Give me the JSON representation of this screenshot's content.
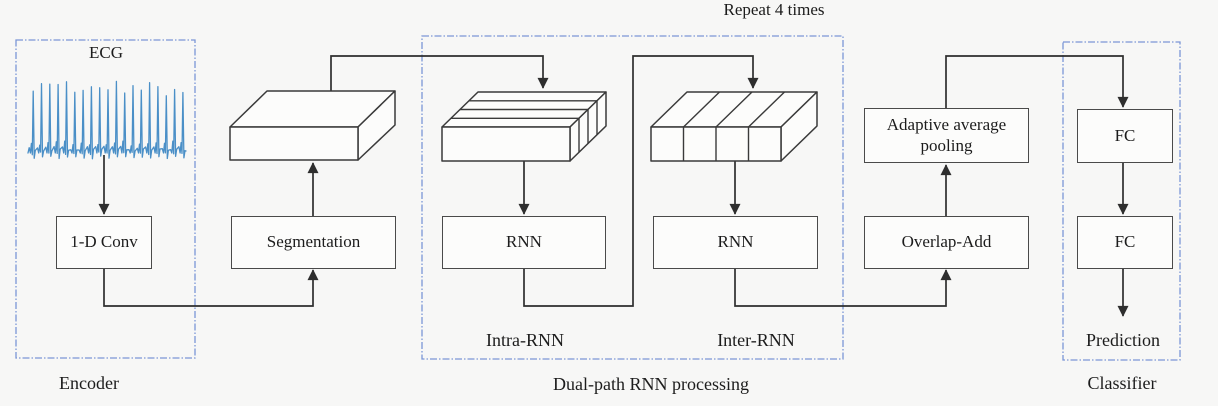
{
  "diagram": {
    "repeat_note": "Repeat 4 times",
    "groups": {
      "encoder": "Encoder",
      "dual_path": "Dual-path RNN processing",
      "classifier": "Classifier"
    },
    "nodes": {
      "ecg": "ECG",
      "conv": "1-D Conv",
      "segmentation": "Segmentation",
      "rnn_intra": "RNN",
      "rnn_inter": "RNN",
      "adaptive_pooling": "Adaptive average pooling",
      "overlap_add": "Overlap-Add",
      "fc_1": "FC",
      "fc_2": "FC"
    },
    "sublabels": {
      "intra": "Intra-RNN",
      "inter": "Inter-RNN",
      "prediction": "Prediction"
    },
    "colors": {
      "wire": "#2e2e2e",
      "box_border": "#4a4a4a",
      "dashed_border": "#7b96d6",
      "ecg_trace": "#4a8fc7",
      "background": "#f7f7f6"
    }
  }
}
